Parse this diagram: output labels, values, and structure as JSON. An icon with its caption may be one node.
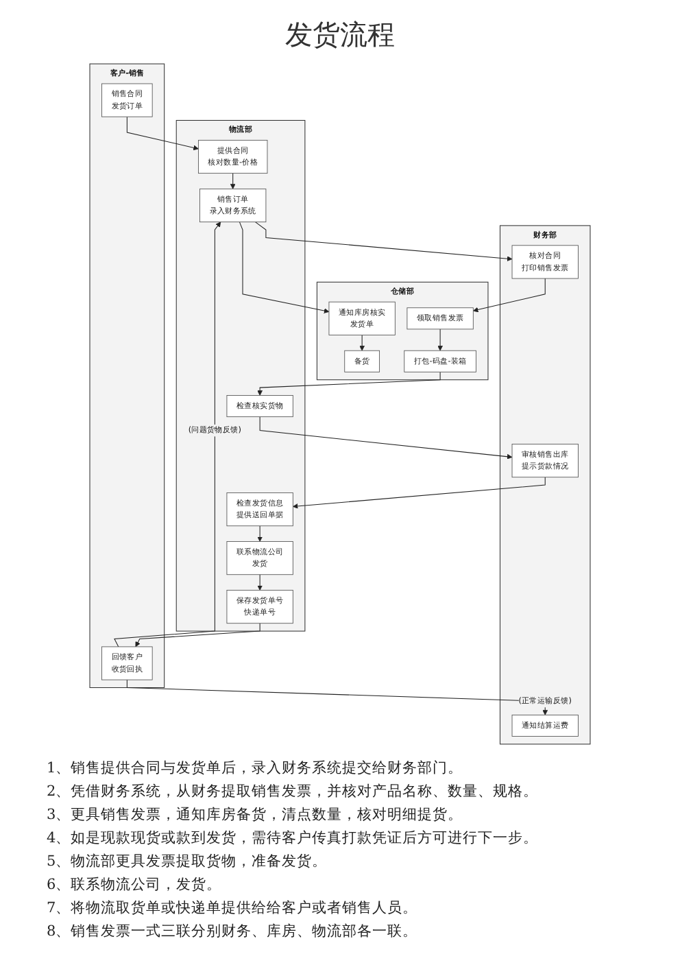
{
  "diagram": {
    "title": "发货流程",
    "nodes": [
      {
        "text": [
          "客户-销售"
        ]
      },
      {
        "text": [
          "销售合同",
          "发货订单"
        ],
        "in": 0
      },
      {
        "text": [
          "回馈客户",
          "收货回执"
        ],
        "in": 0
      },
      {
        "text": [
          "物流部"
        ]
      },
      {
        "text": [
          "提供合同",
          "核对数量-价格"
        ],
        "in": 3
      },
      {
        "text": [
          "销售订单",
          "录入财务系统"
        ],
        "in": 3
      },
      {
        "text": [
          "检查核实货物"
        ],
        "in": 3
      },
      {
        "text": [
          "检查发货信息",
          "提供送回单据"
        ],
        "in": 3
      },
      {
        "text": [
          "联系物流公司",
          "发货"
        ],
        "in": 3
      },
      {
        "text": [
          "保存发货单号",
          "快递单号"
        ],
        "in": 3
      },
      {
        "text": [
          "仓储部"
        ]
      },
      {
        "text": [
          "通知库房核实",
          "发货单"
        ],
        "in": 10
      },
      {
        "text": [
          "备货"
        ],
        "in": 10
      },
      {
        "text": [
          "领取销售发票"
        ],
        "in": 10
      },
      {
        "text": [
          "打包-码盘-装箱"
        ],
        "in": 10
      },
      {
        "text": [
          "财务部"
        ]
      },
      {
        "text": [
          "核对合同",
          "打印销售发票"
        ],
        "in": 15
      },
      {
        "text": [
          "审核销售出库",
          "提示货款情况"
        ],
        "in": 15
      },
      {
        "text": [
          "通知结算运费"
        ],
        "in": 15
      }
    ],
    "edges": [
      {
        "from": 1,
        "to": 4,
        "arrow": "to"
      },
      {
        "from": 4,
        "to": 5,
        "arrow": "to"
      },
      {
        "from": 5,
        "to": 11,
        "arrow": "to"
      },
      {
        "from": 5,
        "to": 16,
        "arrow": "to"
      },
      {
        "from": 11,
        "to": 12,
        "arrow": "to"
      },
      {
        "from": 16,
        "to": 13,
        "arrow": "to"
      },
      {
        "from": 13,
        "to": 14,
        "arrow": "to"
      },
      {
        "from": 14,
        "to": 6,
        "arrow": "to"
      },
      {
        "from": 6,
        "to": 17,
        "arrow": "to"
      },
      {
        "from": 17,
        "to": 7,
        "arrow": "to"
      },
      {
        "from": 7,
        "to": 8,
        "arrow": "to"
      },
      {
        "from": 8,
        "to": 9,
        "arrow": "to"
      },
      {
        "from": 9,
        "to": 2,
        "arrow": "to"
      },
      {
        "from": 2,
        "to": 5,
        "arrow": "to",
        "label": "(问题货物反馈)"
      },
      {
        "from": 2,
        "to": 18,
        "arrow": "to",
        "label": "(正常运输反馈)"
      }
    ],
    "labels": [
      "1、销售提供合同与发货单后，录入财务系统提交给财务部门。",
      "2、凭借财务系统，从财务提取销售发票，并核对产品名称、数量、规格。",
      "3、更具销售发票，通知库房备货，清点数量，核对明细提货。",
      "4、如是现款现货或款到发货，需待客户传真打款凭证后方可进行下一步。",
      "5、物流部更具发票提取货物，准备发货。",
      "6、联系物流公司，发货。",
      "7、将物流取货单或快递单提供给给客户或者销售人员。",
      "8、销售发票一式三联分别财务、库房、物流部各一联。"
    ]
  }
}
